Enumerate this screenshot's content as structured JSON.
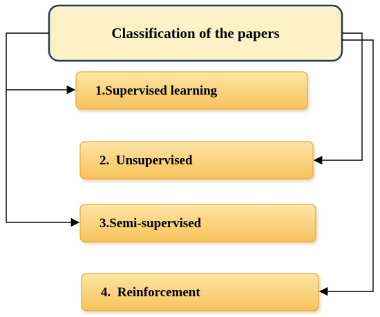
{
  "diagram": {
    "root": {
      "label": "Classification of the papers"
    },
    "categories": [
      {
        "label": "1.Supervised learning"
      },
      {
        "label": "2.  Unsupervised"
      },
      {
        "label": "3.Semi-supervised"
      },
      {
        "label": "4.  Reinforcement"
      }
    ]
  },
  "colors": {
    "root_fill": "#fdf1c7",
    "root_border": "#1f3a5f",
    "box_fill_top": "#fde5a6",
    "box_fill_bottom": "#f8c25a",
    "box_border": "#e9a93a",
    "connector": "#000000"
  }
}
